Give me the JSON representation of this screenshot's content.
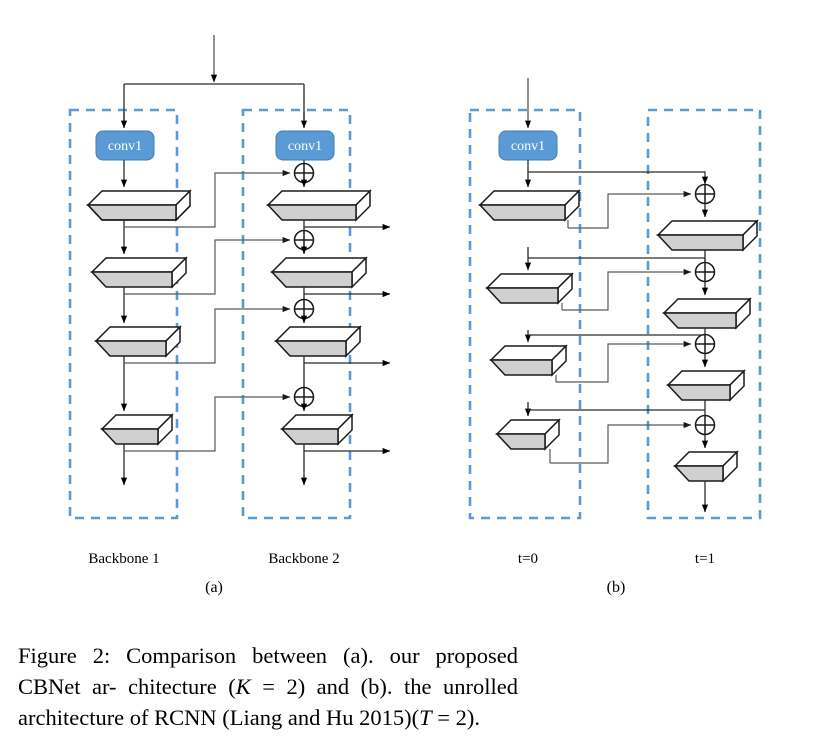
{
  "figure": {
    "caption_line1": "Figure 2: Comparison between (a). our proposed CBNet ar-",
    "caption_line2_a": "chitecture (",
    "caption_line2_k": "K",
    "caption_line2_b": " = 2) and (b). the unrolled architecture of",
    "caption_line3_a": "RCNN (Liang and Hu 2015)(",
    "caption_line3_t": "T",
    "caption_line3_b": " = 2).",
    "caption_full": "Figure 2: Comparison between (a). our proposed CBNet architecture (K = 2) and (b). the unrolled architecture of RCNN (Liang and Hu 2015)(T = 2)."
  },
  "colors": {
    "accent_blue": "#5B9BD5",
    "dashed_border": "#5B9BD5",
    "slab_fill": "#D0D0D0",
    "slab_top_fill": "#FFFFFF",
    "stroke": "#000000",
    "thin_line": "#595959",
    "background": "#FFFFFF"
  },
  "panel_a": {
    "id": "a",
    "sub_label": "(a)",
    "columns": [
      {
        "label": "Backbone 1",
        "conv_label": "conv1",
        "has_conv": true,
        "stage_count": 4
      },
      {
        "label": "Backbone 2",
        "conv_label": "conv1",
        "has_conv": true,
        "stage_count": 4
      }
    ],
    "adder_symbol": "⊕",
    "adder_count": 4,
    "output_arrow_count": 4,
    "input_arrow": true,
    "input_split": true
  },
  "panel_b": {
    "id": "b",
    "sub_label": "(b)",
    "columns": [
      {
        "label": "t=0",
        "conv_label": "conv1",
        "has_conv": true,
        "stage_count": 4
      },
      {
        "label": "t=1",
        "conv_label": "",
        "has_conv": false,
        "stage_count": 4
      }
    ],
    "adder_symbol": "⊕",
    "adder_count": 4,
    "output_arrow_count": 0,
    "input_arrow": true,
    "input_split": false
  }
}
